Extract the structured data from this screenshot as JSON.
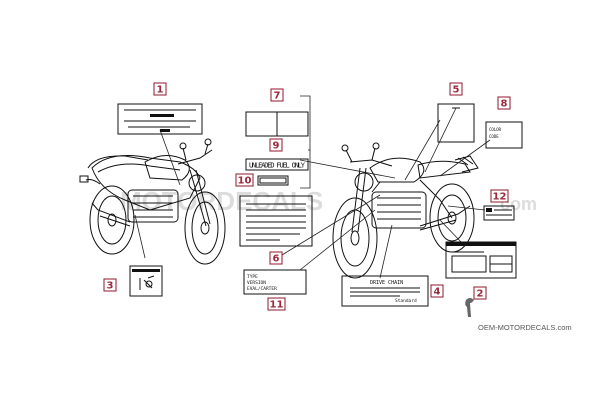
{
  "callouts": [
    "1",
    "2",
    "3",
    "4",
    "5",
    "6",
    "7",
    "8",
    "9",
    "10",
    "11",
    "12"
  ],
  "labels": {
    "unleaded": "UNLEADED FUEL ONLY",
    "drive_chain": "DRIVE CHAIN",
    "type": "TYPE",
    "silencer": "VERSION",
    "cc_label": "EVAL/CARTER",
    "color": "COLOR",
    "code": "CODE",
    "standard": "Standard"
  },
  "branding": {
    "site": "OEM-MOTORDECALS.com",
    "watermark_left": "MOTORDECALS",
    "watermark_right": "com"
  },
  "colors": {
    "accent": "#9a2b3c",
    "ink": "#111111"
  }
}
